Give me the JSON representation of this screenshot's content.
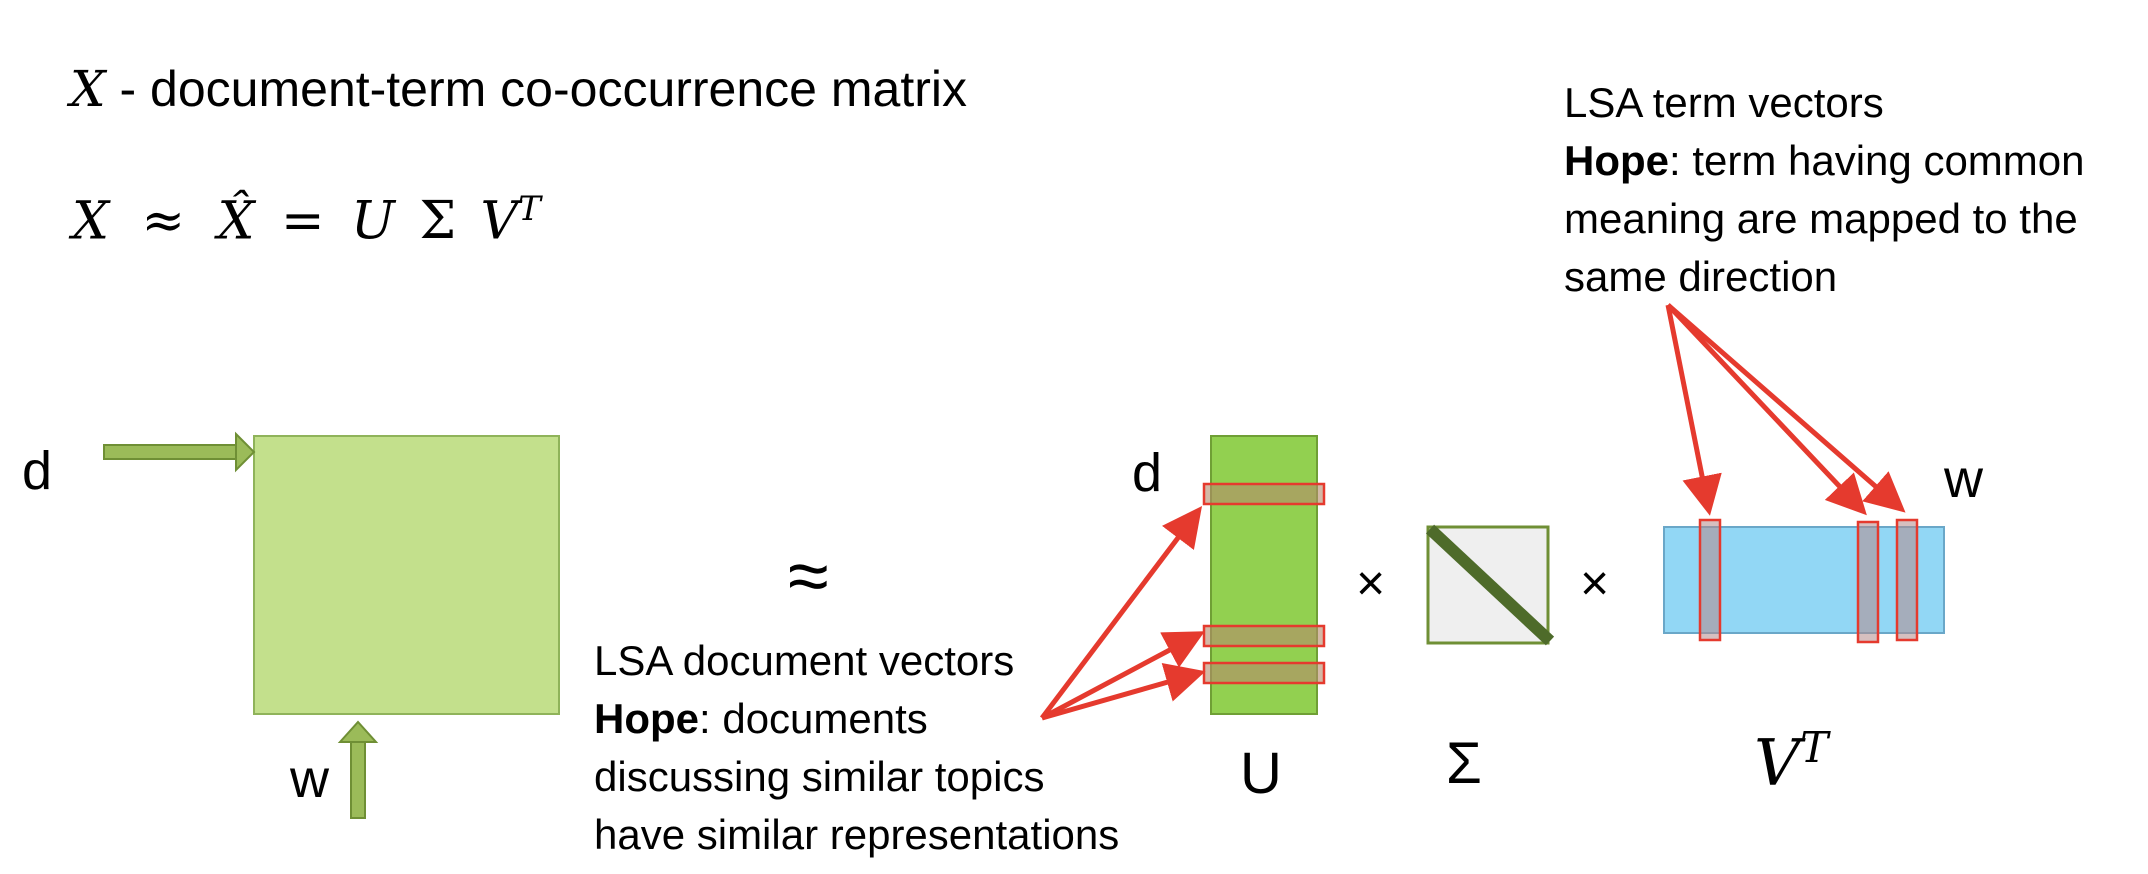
{
  "definition": {
    "symbol": "X",
    "text": "- document-term co-occurrence matrix"
  },
  "equation": {
    "lhs": "X",
    "approx": "≈",
    "xhat": "X̂",
    "equals": "=",
    "U": "U",
    "Sigma": "Σ",
    "V": "V",
    "T": "T"
  },
  "left_matrix": {
    "row_label": "d",
    "col_label": "w",
    "color": "#c3e08c"
  },
  "approx_symbol": "≈",
  "doc_vectors": {
    "title": "LSA document vectors",
    "hope_label": "Hope",
    "hope_text": ": documents",
    "line2": "discussing similar topics",
    "line3": "have similar representations"
  },
  "term_vectors": {
    "title": "LSA term vectors",
    "hope_label": "Hope",
    "hope_text": ": term having common",
    "line2": "meaning are mapped to the",
    "line3": "same direction"
  },
  "U_matrix": {
    "row_label": "d",
    "name": "U",
    "color": "#92d050"
  },
  "times": "×",
  "Sigma_matrix": {
    "name": "Σ",
    "color": "#efefef",
    "diag_color": "#4e6b2a"
  },
  "VT_matrix": {
    "col_label": "w",
    "name_base": "V",
    "name_sup": "T",
    "color": "#92d7f5"
  },
  "highlight_color": "#e53a2e"
}
